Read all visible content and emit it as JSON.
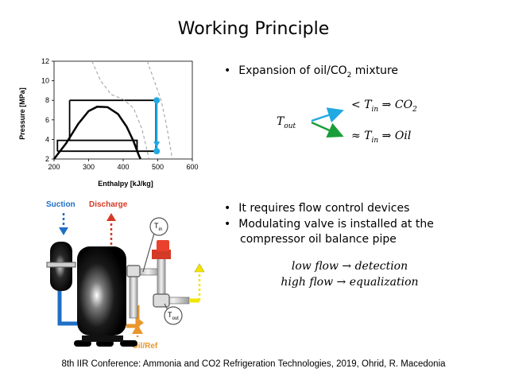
{
  "slide": {
    "title": "Working Principle",
    "footer": "8th IIR Conference: Ammonia and CO2 Refrigeration Technologies, 2019, Ohrid, R. Macedonia"
  },
  "chart_data": {
    "type": "line",
    "xlabel": "Enthalpy [kJ/kg]",
    "ylabel": "Pressure [MPa]",
    "xlim": [
      200,
      600
    ],
    "ylim": [
      2,
      12
    ],
    "x_ticks": [
      "200",
      "300",
      "400",
      "500",
      "600"
    ],
    "y_ticks": [
      "2",
      "4",
      "6",
      "8",
      "10",
      "12"
    ],
    "grid": false,
    "series": [
      {
        "style": "saturation-dome",
        "color": "#000000",
        "points": [
          [
            200,
            2.0
          ],
          [
            235,
            3.6
          ],
          [
            270,
            5.6
          ],
          [
            300,
            6.9
          ],
          [
            325,
            7.35
          ],
          [
            355,
            7.3
          ],
          [
            385,
            6.6
          ],
          [
            410,
            5.3
          ],
          [
            430,
            3.8
          ],
          [
            445,
            2.4
          ],
          [
            450,
            2.0
          ]
        ]
      },
      {
        "style": "cycle-high",
        "color": "#000000",
        "points": [
          [
            245,
            8.0
          ],
          [
            495,
            8.0
          ],
          [
            495,
            2.8
          ],
          [
            440,
            2.8
          ],
          [
            440,
            3.9
          ],
          [
            245,
            3.9
          ],
          [
            245,
            8.0
          ]
        ]
      },
      {
        "style": "cycle-low",
        "color": "#000000",
        "points": [
          [
            210,
            2.8
          ],
          [
            440,
            2.8
          ],
          [
            440,
            3.9
          ],
          [
            210,
            3.9
          ],
          [
            210,
            2.8
          ]
        ]
      },
      {
        "style": "isotherm-dashed",
        "color": "#9e9e9e",
        "points": [
          [
            310,
            12.0
          ],
          [
            335,
            10.0
          ],
          [
            365,
            8.6
          ],
          [
            400,
            8.1
          ],
          [
            430,
            7.2
          ],
          [
            455,
            5.0
          ],
          [
            475,
            2.0
          ]
        ]
      },
      {
        "style": "isotherm-dashed",
        "color": "#9e9e9e",
        "points": [
          [
            470,
            12.0
          ],
          [
            490,
            10.0
          ],
          [
            510,
            8.0
          ],
          [
            525,
            5.5
          ],
          [
            535,
            3.5
          ],
          [
            542,
            2.0
          ]
        ]
      },
      {
        "style": "expansion-arrow",
        "color": "#21a9e1",
        "points": [
          [
            497,
            8.0
          ],
          [
            497,
            2.8
          ]
        ]
      }
    ],
    "markers": [
      {
        "x": 497,
        "y": 8.0,
        "color": "#21a9e1"
      },
      {
        "x": 497,
        "y": 2.8,
        "color": "#21a9e1"
      }
    ]
  },
  "bullets_top": [
    "Expansion of oil/CO",
    "2",
    " mixture"
  ],
  "formula": {
    "t_out": "T",
    "t_out_sub": "out",
    "upper_prefix": "< ",
    "upper_t": "T",
    "upper_t_sub": "in",
    "upper_arrow": " ⇒ ",
    "upper_result": "CO",
    "upper_result_sub": "2",
    "lower_prefix": "≈ ",
    "lower_t": "T",
    "lower_t_sub": "in",
    "lower_arrow": " ⇒ ",
    "lower_result": "Oil",
    "arrow_upper_color": "#21a9e1",
    "arrow_lower_color": "#1a9e3a"
  },
  "bullets_bottom": [
    "It requires flow control devices",
    "Modulating valve is installed at the",
    "compressor oil balance pipe"
  ],
  "modes": {
    "line1": "low flow → detection",
    "line2": "high flow → equalization"
  },
  "schematic": {
    "suction": "Suction",
    "discharge": "Discharge",
    "oil_ref": "Oil/Ref",
    "t_in": "T",
    "t_in_sub": "in",
    "t_out": "T",
    "t_out_sub": "out",
    "colors": {
      "suction": "#1f6fc6",
      "discharge": "#d43a25",
      "oil": "#e9962b",
      "alert": "#f2e500"
    }
  }
}
